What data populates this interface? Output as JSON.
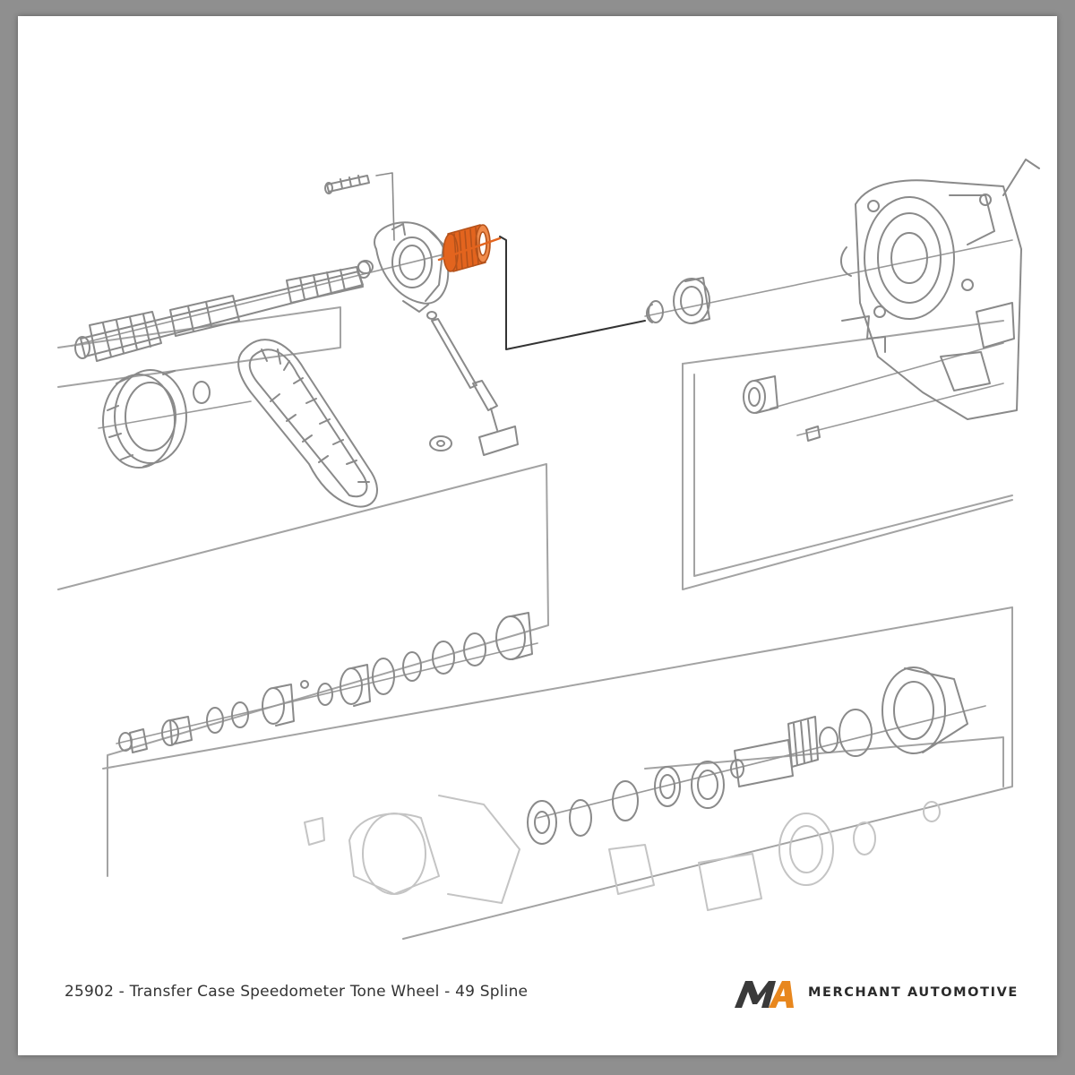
{
  "caption": "25902 - Transfer Case Speedometer Tone Wheel - 49 Spline",
  "brand": {
    "logo_text": "MA",
    "name": "MERCHANT AUTOMOTIVE"
  },
  "colors": {
    "highlight": "#e3641e",
    "line_art": "#8a8a8a",
    "background": "#ffffff",
    "border": "#8f8f8f",
    "logo_dark": "#3a3a3a",
    "logo_orange": "#e8871e"
  },
  "highlighted_part": "speedometer-tone-wheel"
}
